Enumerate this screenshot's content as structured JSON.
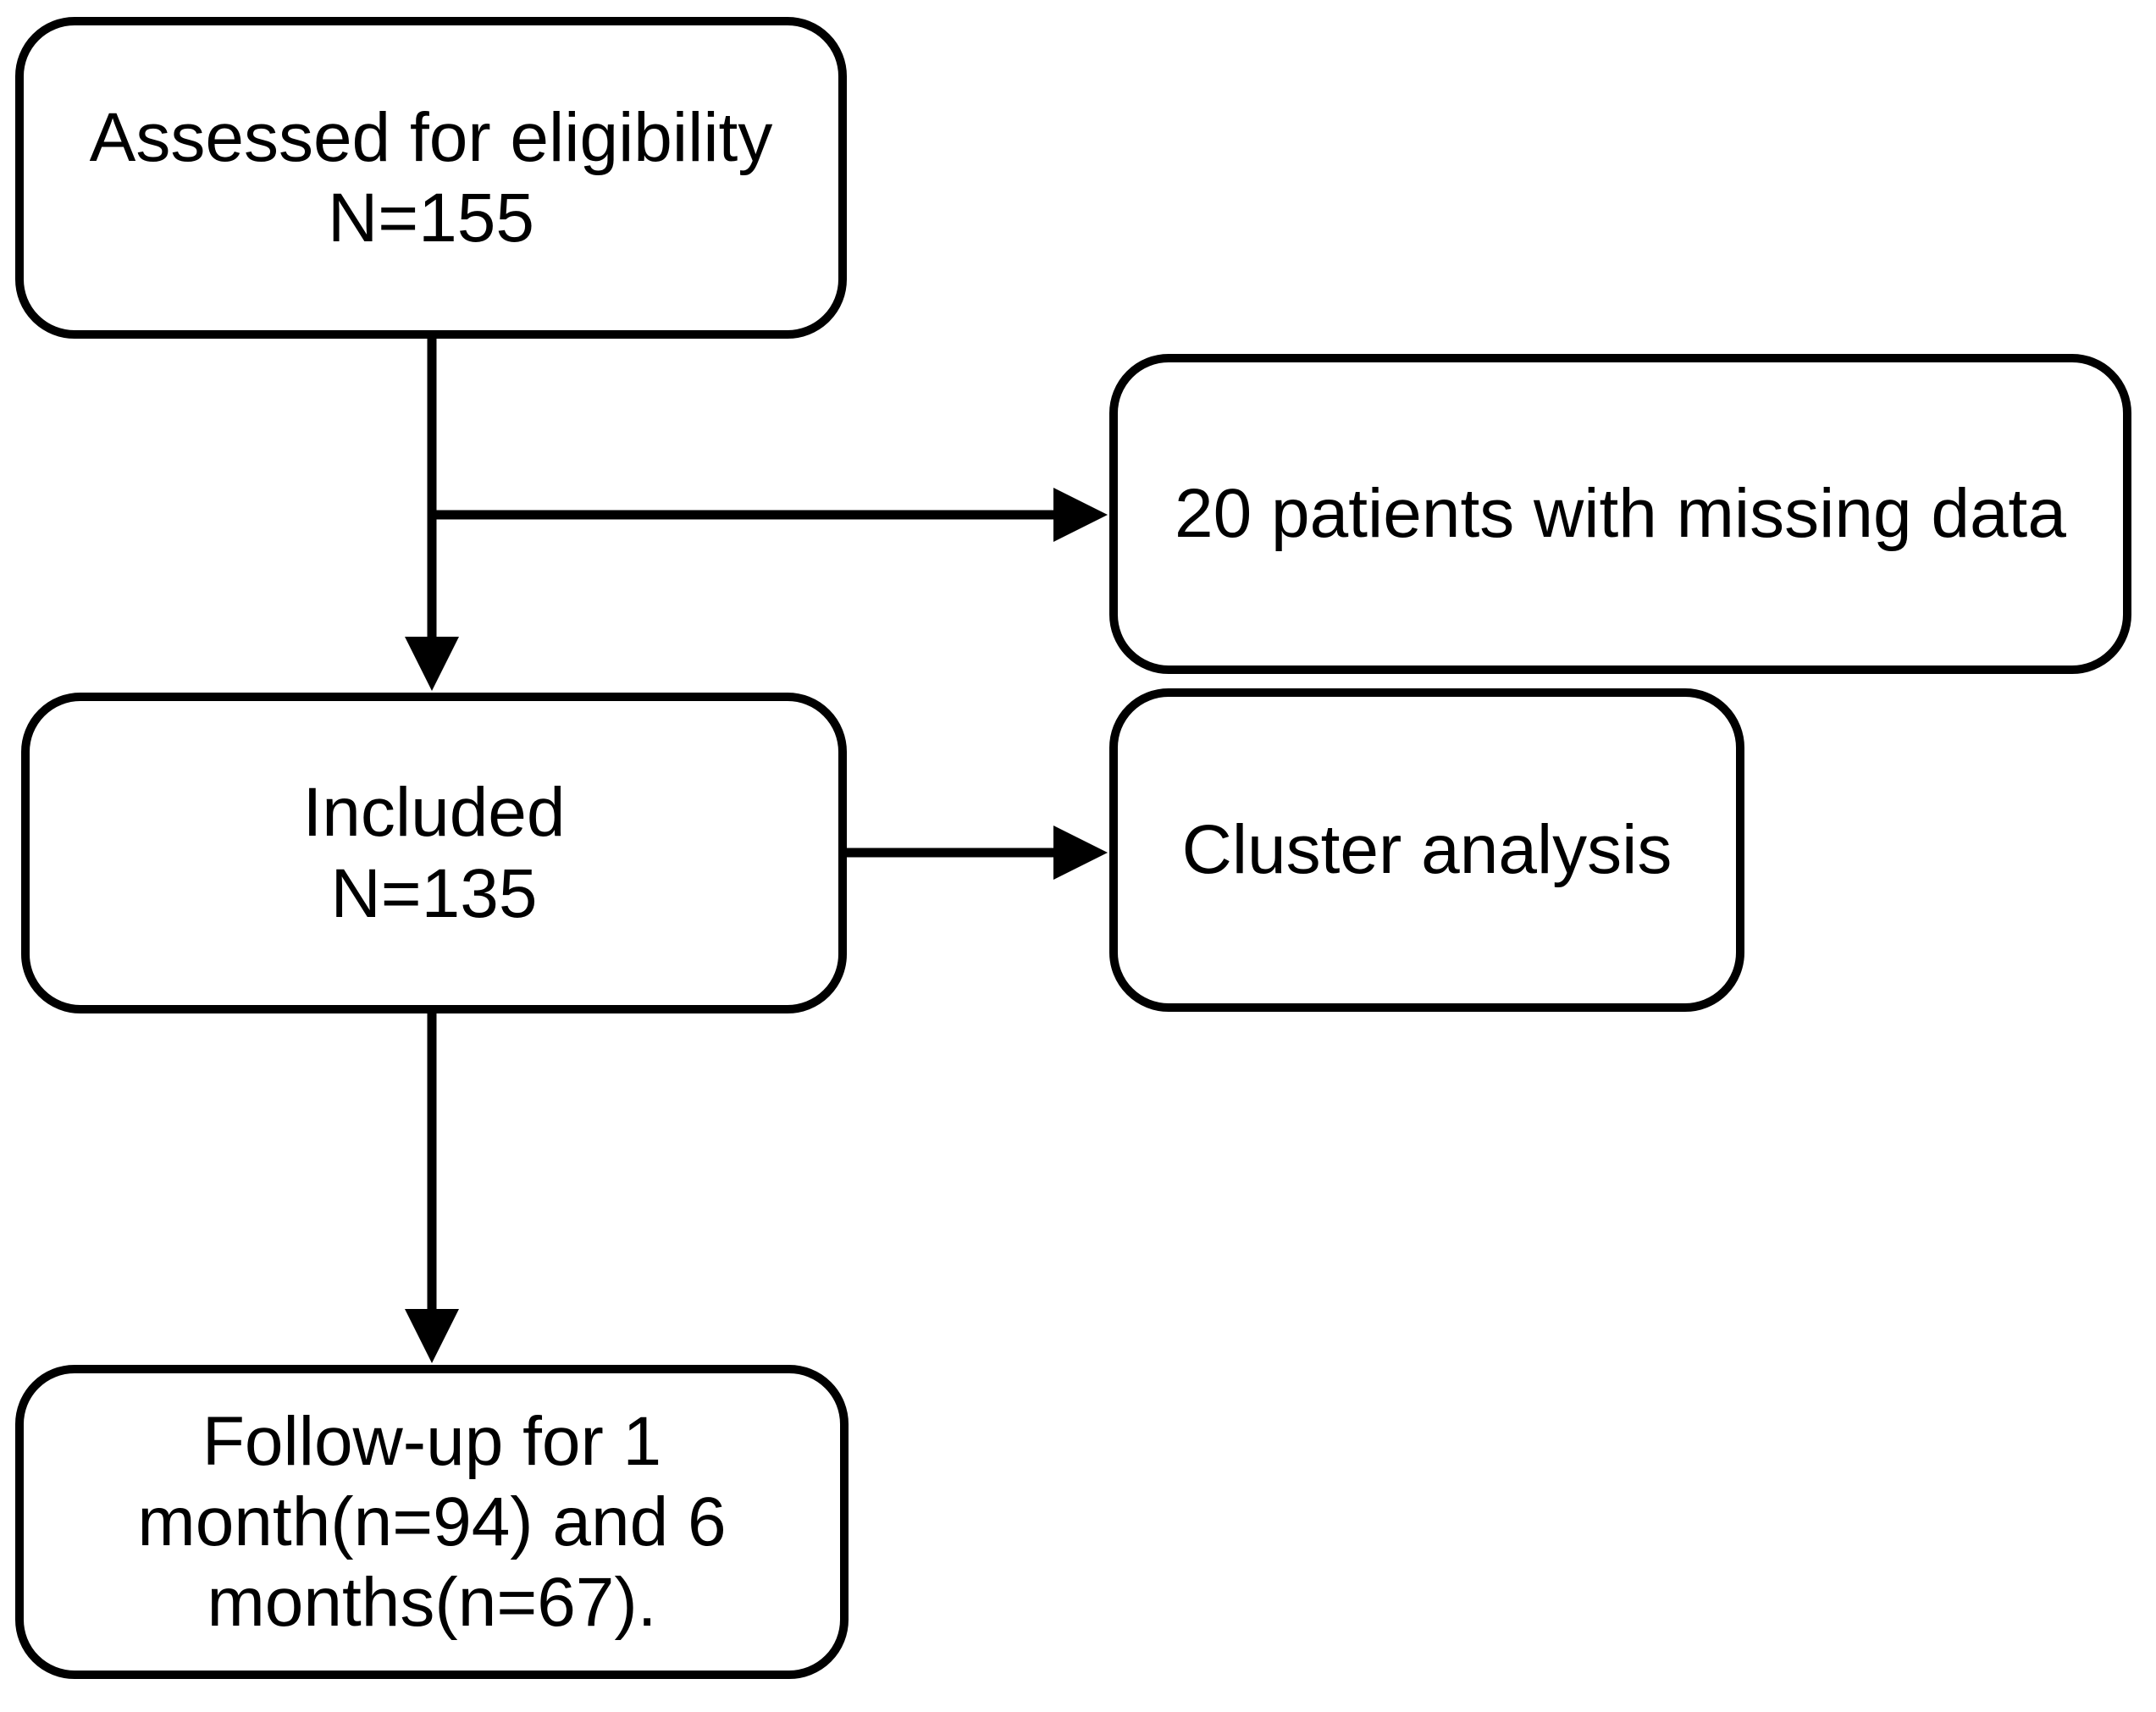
{
  "diagram": {
    "type": "flowchart",
    "boxes": {
      "assessed": {
        "line1": "Assessed for eligibility",
        "line2": "N=155"
      },
      "missing_data": {
        "label": "20 patients with missing data"
      },
      "included": {
        "line1": "Included",
        "line2": "N=135"
      },
      "cluster": {
        "label": "Cluster analysis"
      },
      "followup": {
        "label": "Follow-up for 1 month(n=94) and 6 months(n=67)."
      }
    },
    "edges": [
      {
        "from": "assessed",
        "to": "included"
      },
      {
        "from": "assessed",
        "to": "missing_data"
      },
      {
        "from": "included",
        "to": "cluster"
      },
      {
        "from": "included",
        "to": "followup"
      }
    ],
    "colors": {
      "line": "#000000",
      "text": "#000000",
      "background": "#ffffff"
    }
  }
}
